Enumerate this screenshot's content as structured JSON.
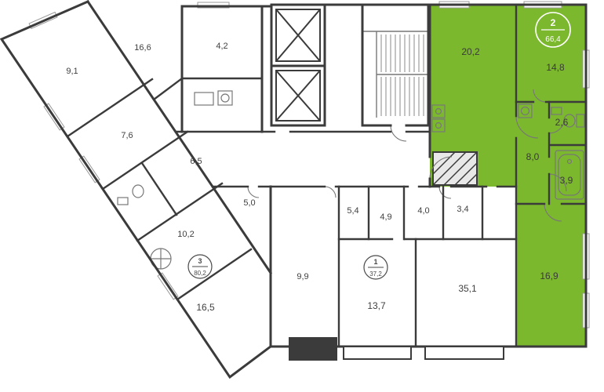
{
  "plan": {
    "highlight_color": "#7cb82d",
    "wall_color": "#3b3b3b",
    "selected_apartment": {
      "badge_rooms": "2",
      "badge_area": "66,4",
      "rooms": {
        "living": "20,2",
        "kitchen": "14,8",
        "wc": "2,6",
        "hall": "8,0",
        "bath": "3,9",
        "bedroom": "16,9"
      }
    },
    "labels": {
      "r1": "9,1",
      "r2": "16,6",
      "r3": "4,2",
      "r4": "7,6",
      "r5": "6,5",
      "r6": "10,2",
      "r7": "16,5",
      "r8": "5,0",
      "r9": "9,9",
      "r10": "5,4",
      "r11": "4,9",
      "r12": "13,7",
      "r13": "4,0",
      "r14": "3,4",
      "r15": "35,1"
    },
    "neighbor_badges": [
      {
        "rooms": "3",
        "area": "80,2"
      },
      {
        "rooms": "1",
        "area": "37,2"
      }
    ]
  }
}
